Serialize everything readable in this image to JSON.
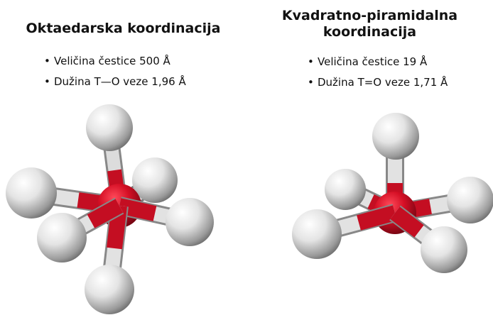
{
  "left": {
    "title": "Oktaedarska koordinacija",
    "bullet_symbol": "•",
    "bullets": [
      "Veličina čestice 500 Å",
      "Dužina T—O veze 1,96 Å"
    ]
  },
  "right": {
    "title": "Kvadratno-piramidalna koordinacija",
    "bullet_symbol": "•",
    "bullets": [
      "Veličina čestice 19 Å",
      "Dužina T=O veze 1,71 Å"
    ]
  },
  "colors": {
    "metal": "#d50f25",
    "oxygen": "#e6e6e6",
    "background": "#ffffff"
  }
}
